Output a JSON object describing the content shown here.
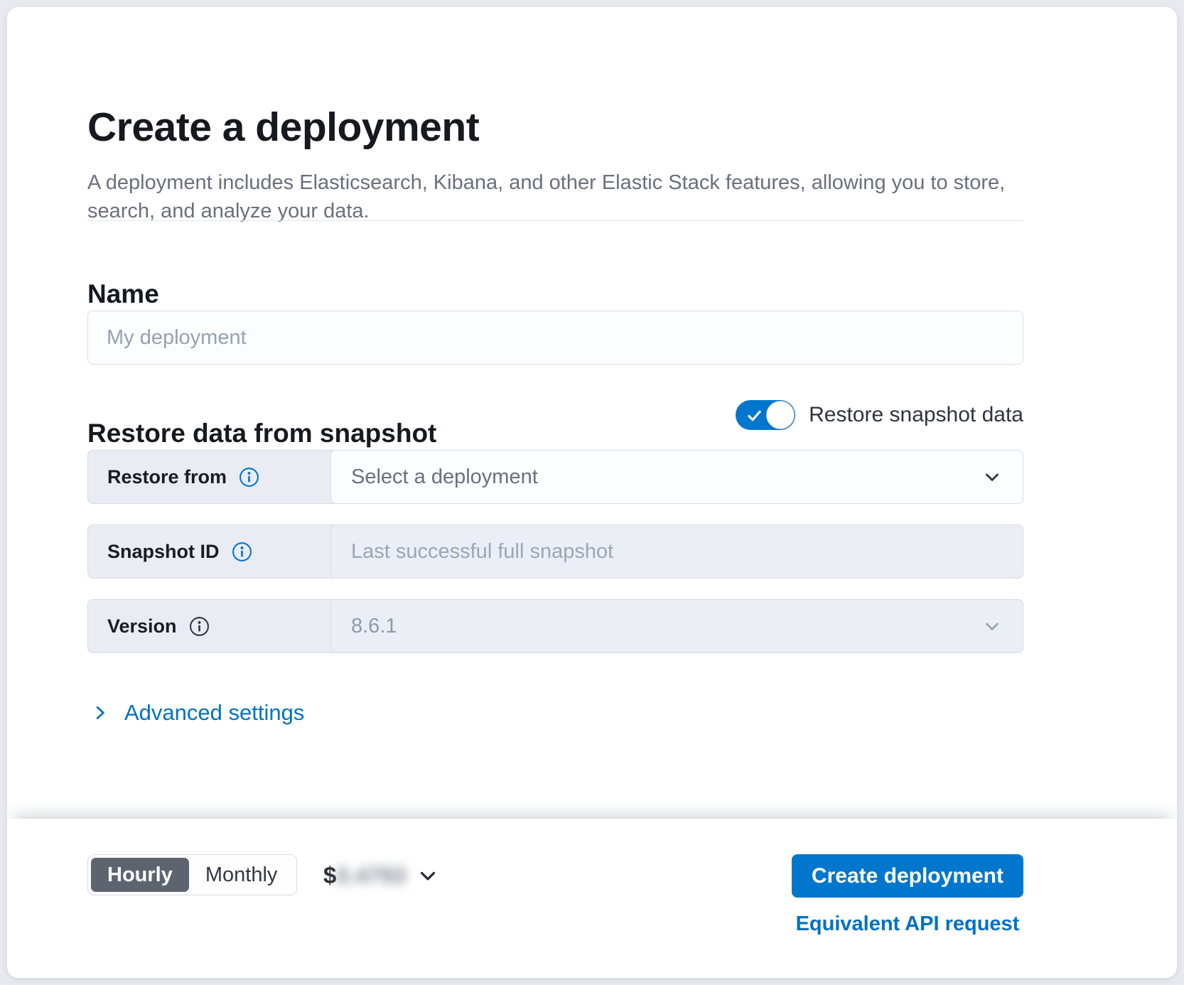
{
  "header": {
    "title": "Create a deployment",
    "subtitle": "A deployment includes Elasticsearch, Kibana, and other Elastic Stack features, allowing you to store, search, and analyze your data."
  },
  "name_section": {
    "heading": "Name",
    "input_value": "",
    "input_placeholder": "My deployment"
  },
  "snapshot_section": {
    "heading": "Restore data from snapshot",
    "toggle": {
      "label": "Restore snapshot data",
      "state": "on"
    },
    "restore_from": {
      "label": "Restore from",
      "selected_value": "Select a deployment"
    },
    "snapshot_id": {
      "label": "Snapshot ID",
      "input_value": "",
      "input_placeholder": "Last successful full snapshot"
    },
    "version": {
      "label": "Version",
      "selected_value": "8.6.1"
    },
    "advanced_settings_label": "Advanced settings"
  },
  "footer": {
    "billing_interval": {
      "hourly_label": "Hourly",
      "monthly_label": "Monthly",
      "selected": "Hourly"
    },
    "price": {
      "currency_symbol": "$",
      "amount": "0.4793"
    },
    "create_button_label": "Create deployment",
    "api_request_link_label": "Equivalent API request"
  },
  "colors": {
    "primary_blue": "#0077cc",
    "link_blue": "#0071c2",
    "selected_interval_bg": "#5e646f",
    "row_label_bg": "#e9edf3",
    "disabled_field_bg": "#ebeff5",
    "text_dark": "#16191f",
    "text_gray": "#69707d"
  }
}
